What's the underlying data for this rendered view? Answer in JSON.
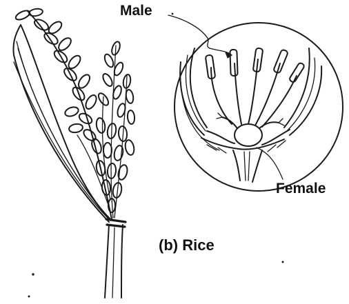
{
  "figure": {
    "male_label": "Male",
    "female_label": "Female",
    "caption": "(b) Rice"
  },
  "parts": [
    "rice-panicle",
    "floret-magnified-view"
  ]
}
